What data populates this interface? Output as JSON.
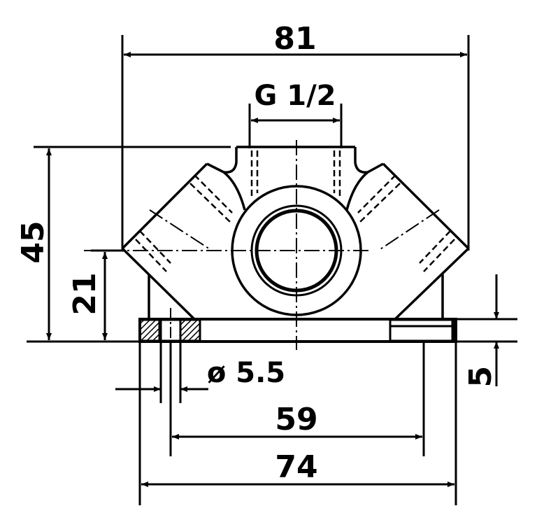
{
  "drawing": {
    "dimensions": {
      "overall_width": "81",
      "thread": "G 1/2",
      "overall_height": "45",
      "center_height": "21",
      "hole_diameter": "ø 5.5",
      "hole_spacing": "59",
      "base_width": "74",
      "base_thickness": "5"
    }
  }
}
